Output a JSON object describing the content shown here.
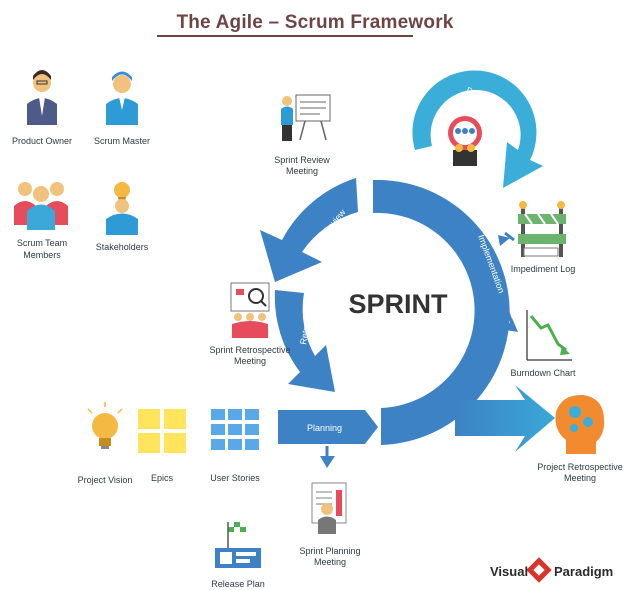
{
  "title": "The Agile – Scrum Framework",
  "center_text": "SPRINT",
  "cycle_labels": {
    "daily_scrum": "Daily Scrum",
    "review": "Review",
    "retrospect": "Retrospect",
    "implementation": "Implementation",
    "planning": "Planning"
  },
  "roles": {
    "product_owner": "Product Owner",
    "scrum_master": "Scrum Master",
    "scrum_team_line1": "Scrum Team",
    "scrum_team_line2": "Members",
    "stakeholders": "Stakeholders"
  },
  "artifacts": {
    "project_vision": "Project Vision",
    "epics": "Epics",
    "user_stories": "User Stories",
    "release_plan": "Release Plan"
  },
  "meetings": {
    "sprint_review_line1": "Sprint Review",
    "sprint_review_line2": "Meeting",
    "sprint_retro_line1": "Sprint Retrospective",
    "sprint_retro_line2": "Meeting",
    "sprint_planning_line1": "Sprint Planning",
    "sprint_planning_line2": "Meeting",
    "project_retro_line1": "Project Retrospective",
    "project_retro_line2": "Meeting"
  },
  "outputs": {
    "impediment_log": "Impediment Log",
    "burndown_chart": "Burndown Chart"
  },
  "logo": {
    "left": "Visual",
    "right": "Paradigm"
  },
  "colors": {
    "cycle_blue": "#3d82c4",
    "daily_scrum_teal": "#3aaed8",
    "title": "#6e4545",
    "sticky": "#ffe45c",
    "user_story": "#5aa9e6",
    "logo_red": "#d8352a"
  }
}
